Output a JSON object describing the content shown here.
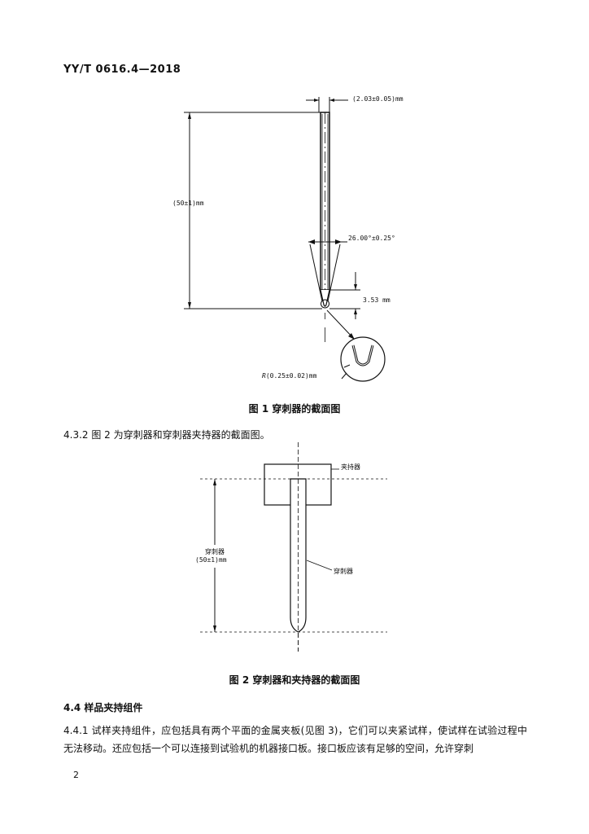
{
  "header": {
    "doc_code": "YY/T 0616.4—2018"
  },
  "figure1": {
    "dim_width": "(2.03±0.05)mm",
    "dim_length": "(50±1)mm",
    "dim_angle": "26.00°±0.25°",
    "dim_tip": "3.53 mm",
    "dim_radius_r": "R",
    "dim_radius_value": "(0.25±0.02)mm",
    "caption": "图 1   穿刺器的截面图"
  },
  "clause_4_3_2": "4.3.2   图 2 为穿刺器和穿刺器夹持器的截面图。",
  "figure2": {
    "label_holder": "夹持器",
    "label_needle": "穿刺器",
    "label_dim_name": "穿刺器",
    "label_dim_value": "(50±1)mm",
    "caption": "图 2   穿刺器和夹持器的截面图"
  },
  "section_4_4": "4.4   样品夹持组件",
  "clause_4_4_1": "4.4.1   试样夹持组件，应包括具有两个平面的金属夹板(见图 3)，它们可以夹紧试样，使试样在试验过程中无法移动。还应包括一个可以连接到试验机的机器接口板。接口板应该有足够的空间，允许穿刺",
  "page_number": "2"
}
